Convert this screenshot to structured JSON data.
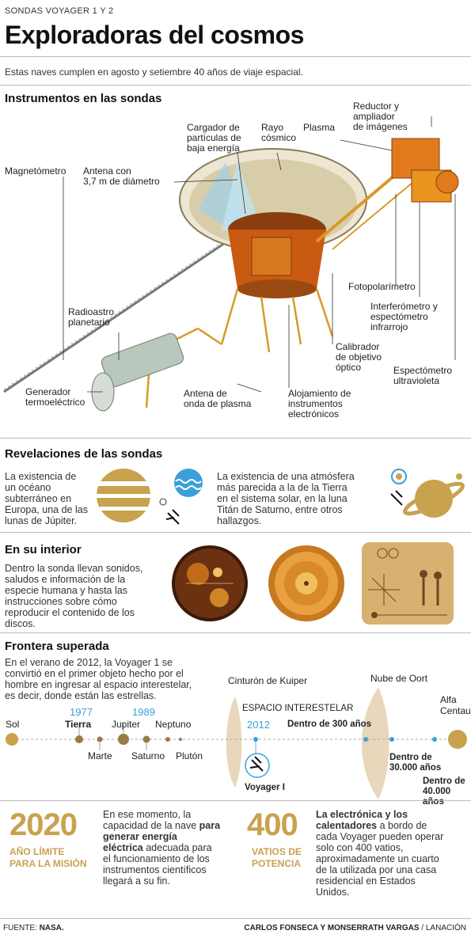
{
  "header": {
    "kicker": "SONDAS VOYAGER 1 Y 2",
    "title": "Exploradoras del cosmos",
    "intro": "Estas naves cumplen en agosto y setiembre 40 años de viaje espacial."
  },
  "instruments": {
    "heading": "Instrumentos en las sondas",
    "labels": {
      "reductor": [
        "Reductor y",
        "ampliador",
        "de imágenes"
      ],
      "cargador": [
        "Cargador de",
        "partículas de",
        "baja energía"
      ],
      "rayo": [
        "Rayo",
        "cósmico"
      ],
      "plasma": "Plasma",
      "magnetometro": "Magnetómetro",
      "antena": [
        "Antena con",
        "3,7 m de diámetro"
      ],
      "fotopolarimetro": "Fotopolarímetro",
      "interferometro": [
        "Interferómetro y",
        "espectómetro",
        "infrarrojo"
      ],
      "radioastro": [
        "Radioastro",
        "planetario"
      ],
      "calibrador": [
        "Calibrador",
        "de objetivo",
        "óptico"
      ],
      "espectometro": [
        "Espectómetro",
        "ultravioleta"
      ],
      "generador": [
        "Generador",
        "termoeléctrico"
      ],
      "antena_onda": [
        "Antena de",
        "onda de plasma"
      ],
      "alojamiento": [
        "Alojamiento de",
        "instrumentos",
        "electrónicos"
      ]
    }
  },
  "revelations": {
    "heading": "Revelaciones de las sondas",
    "left_text": [
      "La existencia de",
      "un océano",
      "subterráneo en",
      "Europa, una de las",
      "lunas de Júpiter."
    ],
    "right_text": [
      "La existencia de una atmósfera",
      "más parecida a la de la Tierra",
      "en el sistema solar, en la luna",
      "Titán de Saturno, entre otros",
      "hallazgos."
    ]
  },
  "interior": {
    "heading": "En su interior",
    "text": [
      "Dentro la sonda llevan sonidos,",
      "saludos e información de la",
      "especie humana y hasta las",
      "instrucciones sobre cómo",
      "reproducir el contenido de los",
      "discos."
    ]
  },
  "frontier": {
    "heading": "Frontera superada",
    "text": [
      "En el verano de 2012, la Voyager 1 se",
      "convirtió en el primer objeto hecho por el",
      "hombre en ingresar al espacio interestelar,",
      "es decir, donde están las estrellas."
    ],
    "kuiper": "Cinturón de Kuiper",
    "oort": "Nube de Oort",
    "interstellar": "ESPACIO INTERESTELAR",
    "alfa": [
      "Alfa",
      "Centauri"
    ],
    "sol": "Sol",
    "y1977": "1977",
    "tierra": "Tierra",
    "y1989": "1989",
    "jupiter": "Jupiter",
    "neptuno": "Neptuno",
    "marte": "Marte",
    "saturno": "Saturno",
    "pluton": "Plutón",
    "y2012": "2012",
    "d300": "Dentro de 300 años",
    "d30000": [
      "Dentro de",
      "30.000 años"
    ],
    "d40000": [
      "Dentro de",
      "40.000 años"
    ],
    "voyager": "Voyager I"
  },
  "stats": {
    "year": "2020",
    "year_label": [
      "AÑO LÍMITE",
      "PARA LA MISIÓN"
    ],
    "year_text_pre": [
      "En ese momento, la",
      "capacidad de la nave "
    ],
    "year_text_bold": [
      "para",
      "generar energía",
      "eléctrica"
    ],
    "year_text_post": [
      " adecuada para",
      "el funcionamiento de los",
      "instrumentos científicos",
      "llegará a su fin."
    ],
    "watts": "400",
    "watts_label": [
      "VATIOS DE",
      "POTENCIA"
    ],
    "watts_bold": [
      "La electrónica y los",
      "calentadores"
    ],
    "watts_text": [
      " a bordo de",
      "cada Voyager pueden operar",
      "solo con 400 vatios,",
      "aproximadamente un cuarto",
      "de la utilizada por una casa",
      "residencial en Estados",
      "Unidos."
    ]
  },
  "footer": {
    "source_label": "FUENTE: ",
    "source": "NASA.",
    "authors": "CARLOS FONSECA Y MONSERRATH VARGAS",
    "outlet": " / LANACIÓN"
  },
  "colors": {
    "gold": "#c9a24e",
    "blue": "#3aa0d8",
    "orange": "#e07a1c"
  }
}
